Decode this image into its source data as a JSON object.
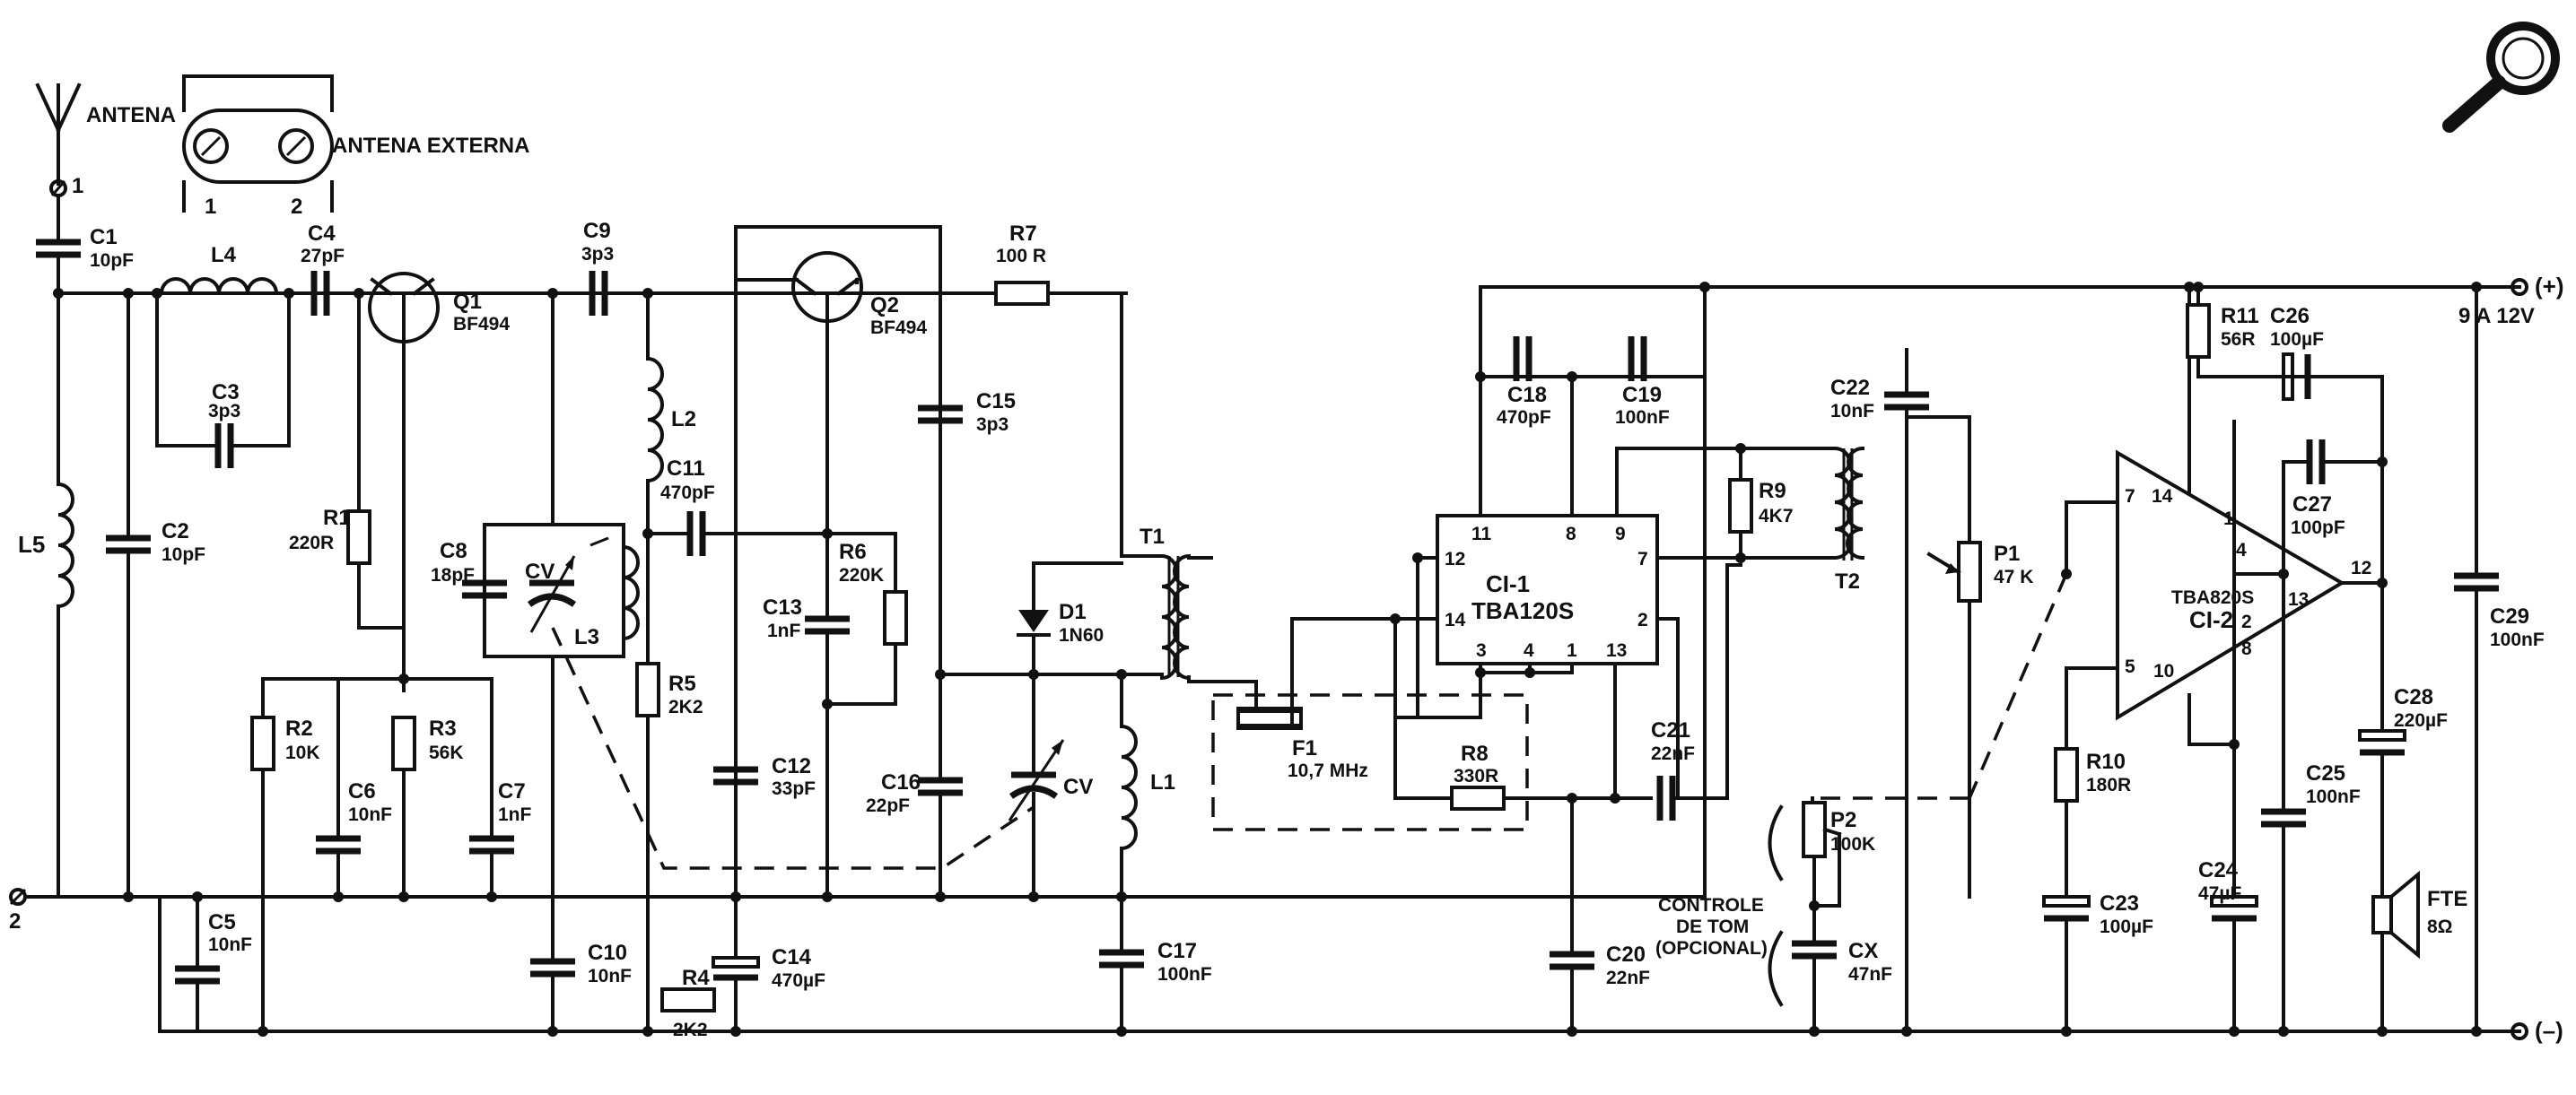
{
  "antenna": {
    "label": "ANTENA",
    "terminal": "1"
  },
  "external_antenna": {
    "label": "ANTENA EXTERNA",
    "pin1": "1",
    "pin2": "2"
  },
  "ground_terminal": "2",
  "supply": {
    "plus": "(+)",
    "minus": "(–)",
    "voltage": "9 A 12V"
  },
  "tone_control": {
    "line1": "CONTROLE",
    "line2": "DE TOM",
    "line3": "(OPCIONAL)"
  },
  "components": {
    "C1": {
      "ref": "C1",
      "value": "10pF"
    },
    "C2": {
      "ref": "C2",
      "value": "10pF"
    },
    "C3": {
      "ref": "C3",
      "value": "3p3"
    },
    "C4": {
      "ref": "C4",
      "value": "27pF"
    },
    "C5": {
      "ref": "C5",
      "value": "10nF"
    },
    "C6": {
      "ref": "C6",
      "value": "10nF"
    },
    "C7": {
      "ref": "C7",
      "value": "1nF"
    },
    "C8": {
      "ref": "C8",
      "value": "18pF"
    },
    "C9": {
      "ref": "C9",
      "value": "3p3"
    },
    "C10": {
      "ref": "C10",
      "value": "10nF"
    },
    "C11": {
      "ref": "C11",
      "value": "470pF"
    },
    "C12": {
      "ref": "C12",
      "value": "33pF"
    },
    "C13": {
      "ref": "C13",
      "value": "1nF"
    },
    "C14": {
      "ref": "C14",
      "value": "470µF"
    },
    "C15": {
      "ref": "C15",
      "value": "3p3"
    },
    "C16": {
      "ref": "C16",
      "value": "22pF"
    },
    "C17": {
      "ref": "C17",
      "value": "100nF"
    },
    "C18": {
      "ref": "C18",
      "value": "470pF"
    },
    "C19": {
      "ref": "C19",
      "value": "100nF"
    },
    "C20": {
      "ref": "C20",
      "value": "22nF"
    },
    "C21": {
      "ref": "C21",
      "value": "22nF"
    },
    "C22": {
      "ref": "C22",
      "value": "10nF"
    },
    "C23": {
      "ref": "C23",
      "value": "100µF"
    },
    "C24": {
      "ref": "C24",
      "value": "47µF"
    },
    "C25": {
      "ref": "C25",
      "value": "100nF"
    },
    "C26": {
      "ref": "C26",
      "value": "100µF"
    },
    "C27": {
      "ref": "C27",
      "value": "100pF"
    },
    "C28": {
      "ref": "C28",
      "value": "220µF"
    },
    "C29": {
      "ref": "C29",
      "value": "100nF"
    },
    "CX": {
      "ref": "CX",
      "value": "47nF"
    },
    "R1": {
      "ref": "R1",
      "value": "220R"
    },
    "R2": {
      "ref": "R2",
      "value": "10K"
    },
    "R3": {
      "ref": "R3",
      "value": "56K"
    },
    "R4": {
      "ref": "R4",
      "value": "2K2"
    },
    "R5": {
      "ref": "R5",
      "value": "2K2"
    },
    "R6": {
      "ref": "R6",
      "value": "220K"
    },
    "R7": {
      "ref": "R7",
      "value": "100 R"
    },
    "R8": {
      "ref": "R8",
      "value": "330R"
    },
    "R9": {
      "ref": "R9",
      "value": "4K7"
    },
    "R10": {
      "ref": "R10",
      "value": "180R"
    },
    "R11": {
      "ref": "R11",
      "value": "56R"
    },
    "P1": {
      "ref": "P1",
      "value": "47 K"
    },
    "P2": {
      "ref": "P2",
      "value": "100K"
    },
    "L1": {
      "ref": "L1"
    },
    "L2": {
      "ref": "L2"
    },
    "L3": {
      "ref": "L3"
    },
    "L4": {
      "ref": "L4"
    },
    "L5": {
      "ref": "L5"
    },
    "T1": {
      "ref": "T1"
    },
    "T2": {
      "ref": "T2"
    },
    "Q1": {
      "ref": "Q1",
      "value": "BF494"
    },
    "Q2": {
      "ref": "Q2",
      "value": "BF494"
    },
    "D1": {
      "ref": "D1",
      "value": "1N60"
    },
    "F1": {
      "ref": "F1",
      "value": "10,7 MHz"
    },
    "CV1": {
      "ref": "CV"
    },
    "CV2": {
      "ref": "CV"
    },
    "FTE": {
      "ref": "FTE",
      "value": "8Ω"
    }
  },
  "ci1": {
    "ref": "CI-1",
    "type": "TBA120S",
    "pins": {
      "p11": "11",
      "p8": "8",
      "p9": "9",
      "p12": "12",
      "p7": "7",
      "p14": "14",
      "p2": "2",
      "p3": "3",
      "p4": "4",
      "p1": "1",
      "p13": "13"
    }
  },
  "ci2": {
    "ref": "CI-2",
    "type": "TBA820S",
    "pins": {
      "p7": "7",
      "p14": "14",
      "p1": "1",
      "p4": "4",
      "p12": "12",
      "p13": "13",
      "p2": "2",
      "p8": "8",
      "p5": "5",
      "p10": "10"
    }
  },
  "icons": {
    "magnifier": "magnifier-icon"
  }
}
